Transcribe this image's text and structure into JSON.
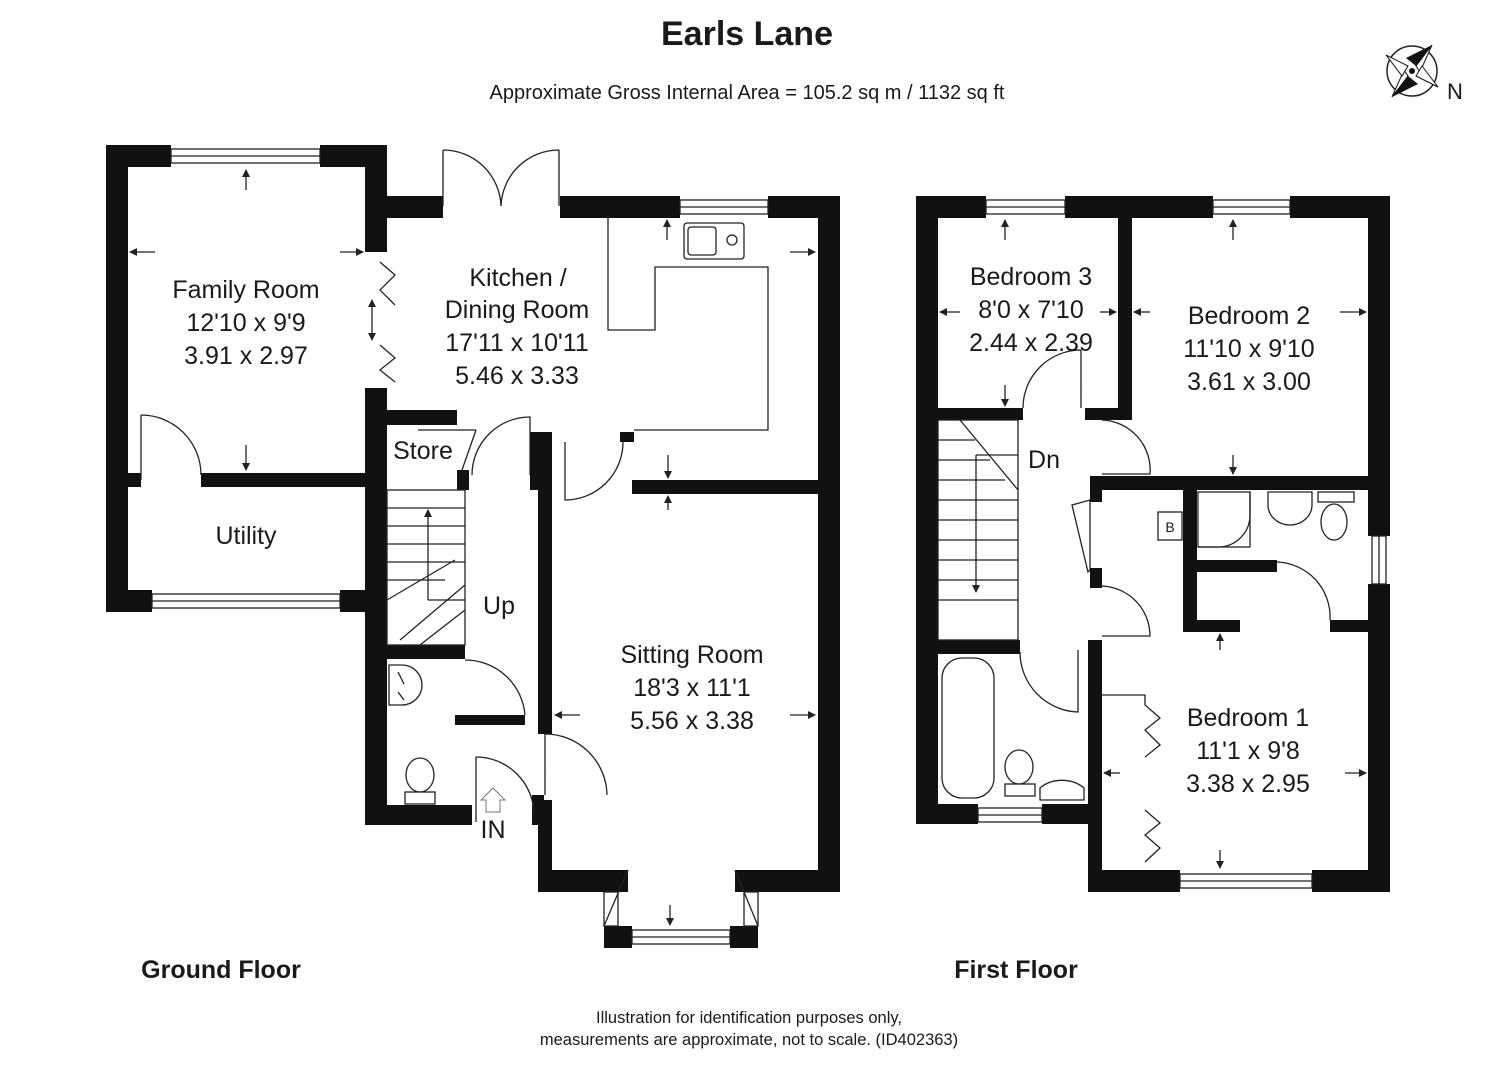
{
  "header": {
    "title": "Earls Lane",
    "area": "Approximate Gross Internal Area = 105.2 sq m / 1132 sq ft"
  },
  "compass": {
    "label": "N",
    "icon": "compass-rose-icon"
  },
  "ground_floor": {
    "label": "Ground Floor",
    "rooms": {
      "family": {
        "name": "Family Room",
        "imperial": "12'10 x 9'9",
        "metric": "3.91 x 2.97"
      },
      "kitchen": {
        "name1": "Kitchen /",
        "name2": "Dining Room",
        "imperial": "17'11 x 10'11",
        "metric": "5.46 x 3.33"
      },
      "utility": {
        "name": "Utility"
      },
      "store": {
        "name": "Store"
      },
      "sitting": {
        "name": "Sitting Room",
        "imperial": "18'3 x 11'1",
        "metric": "5.56 x 3.38"
      }
    },
    "stairs_label": "Up",
    "entrance_label": "IN"
  },
  "first_floor": {
    "label": "First Floor",
    "rooms": {
      "bed3": {
        "name": "Bedroom 3",
        "imperial": "8'0 x 7'10",
        "metric": "2.44 x 2.39"
      },
      "bed2": {
        "name": "Bedroom 2",
        "imperial": "11'10 x 9'10",
        "metric": "3.61 x 3.00"
      },
      "bed1": {
        "name": "Bedroom 1",
        "imperial": "11'1 x 9'8",
        "metric": "3.38 x 2.95"
      }
    },
    "stairs_label": "Dn",
    "boiler_label": "B"
  },
  "footer": {
    "line1": "Illustration for identification purposes only,",
    "line2": "measurements are approximate, not to scale. (ID402363)"
  }
}
